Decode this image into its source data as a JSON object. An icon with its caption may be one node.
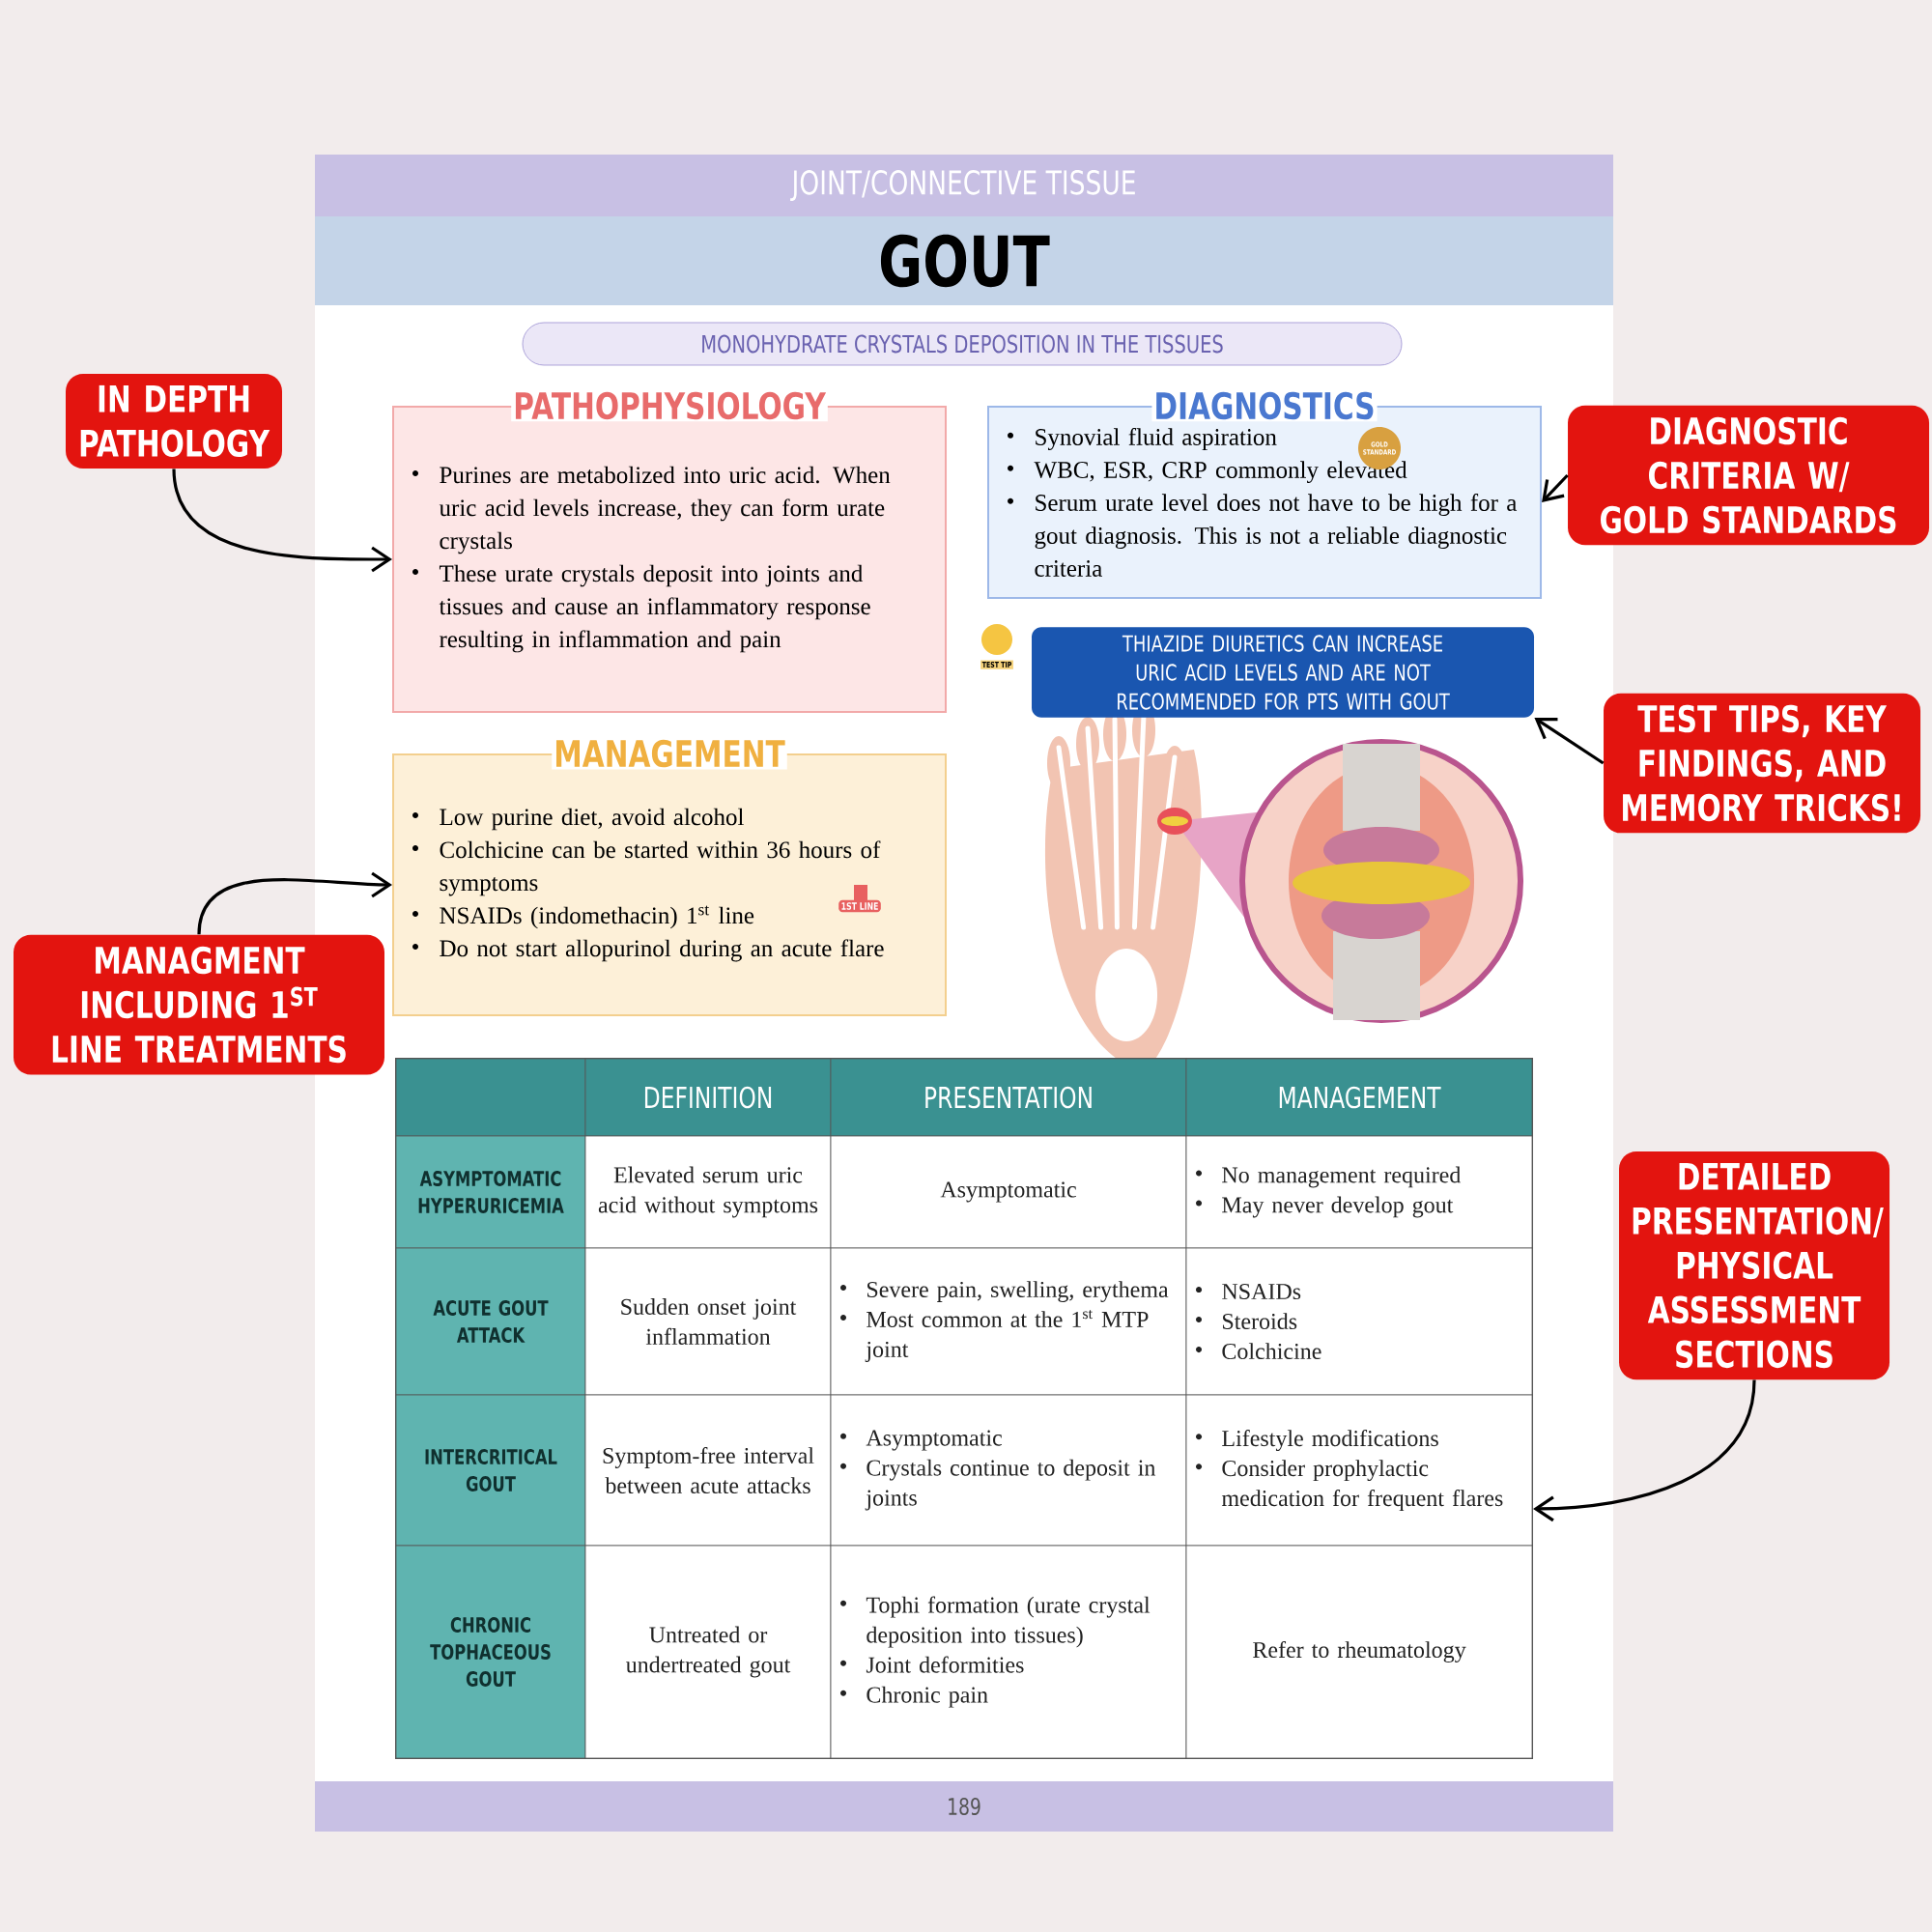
{
  "diagram": {
    "title": "GOUT",
    "nodes": [
      {
        "text": [
          "MONOHYDRATE CRYSTALS DEPOSITION IN THE TISSUES"
        ]
      },
      {
        "text": [
          "IN DEPTH PATHOLOGY"
        ]
      },
      {
        "text": [
          "PATHOPHYSIOLOGY",
          "Purines are metabolized into uric acid. When uric acid levels increase, they can form urate crystals",
          "These urate crystals deposit into joints and tissues and cause an inflammatory response resulting in inflammation and pain"
        ]
      },
      {
        "text": [
          "DIAGNOSTICS",
          "Synovial fluid aspiration",
          "WBC, ESR, CRP commonly elevated",
          "Serum urate level does not have to be high for a gout diagnosis. This is not a reliable diagnostic criteria"
        ]
      },
      {
        "text": [
          "DIAGNOSTIC CRITERIA W/ GOLD STANDARDS"
        ]
      },
      {
        "text": [
          "THIAZIDE DIURETICS CAN INCREASE URIC ACID LEVELS AND ARE NOT RECOMMENDED FOR PTS WITH GOUT"
        ]
      },
      {
        "text": [
          "TEST TIPS, KEY FINDINGS, AND MEMORY TRICKS!"
        ]
      },
      {
        "text": [
          "MANAGEMENT",
          "Low purine diet, avoid alcohol",
          "Colchicine can be started within 36 hours of symptoms",
          "NSAIDs (indomethacin) 1$^{st}$ line",
          "Do not start allopurinol during an acute flare"
        ]
      },
      {
        "text": [
          "MANAGMENT INCLUDING 1$^{ST}$ LINE TREATMENTS"
        ]
      },
      {
        "text": [],
        "shape": "box"
      },
      {
        "text": [
          "DETAILED PRESENTATION/ PHYSICAL ASSESSMENT SECTIONS"
        ]
      }
    ],
    "edges": [
      {
        "from": 1,
        "to": 2,
        "arrow": "to"
      },
      {
        "from": 4,
        "to": 3,
        "arrow": "to"
      },
      {
        "from": 6,
        "to": 5,
        "arrow": "to"
      },
      {
        "from": 8,
        "to": 7,
        "arrow": "to"
      },
      {
        "from": 10,
        "to": 9,
        "arrow": "to"
      }
    ],
    "labels": [
      "JOINT/CONNECTIVE TISSUE",
      "GOLD STANDARD",
      "TEST TIP",
      "1ST LINE",
      "DEFINITION",
      "PRESENTATION",
      "MANAGEMENT",
      "ASYMPTOMATIC HYPERURICEMIA",
      "Elevated serum uric acid without symptoms",
      "Asymptomatic",
      "No management required",
      "May never develop gout",
      "ACUTE GOUT ATTACK",
      "Sudden onset joint inflammation",
      "Severe pain, swelling, erythema",
      "Most common at the 1$^{st}$ MTP joint",
      "NSAIDs",
      "Steroids",
      "Colchicine",
      "INTERCRITICAL GOUT",
      "Symptom-free interval between acute attacks",
      "Asymptomatic",
      "Crystals continue to deposit in joints",
      "Lifestyle modifications",
      "Consider prophylactic medication for frequent flares",
      "CHRONIC TOPHACEOUS GOUT",
      "Untreated or undertreated gout",
      "Tophi formation (urate crystal deposition into tissues)",
      "Joint deformities",
      "Chronic pain",
      "Refer to rheumatology",
      "189"
    ]
  }
}
